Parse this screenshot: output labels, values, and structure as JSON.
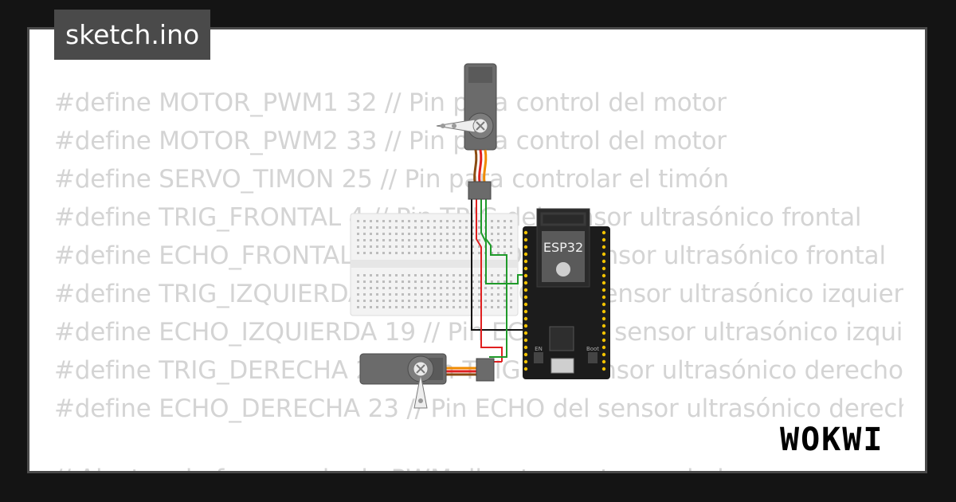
{
  "header": {
    "filename": "sketch.ino"
  },
  "code": {
    "lines": [
      "#define MOTOR_PWM1 32     // Pin para control del motor",
      "#define MOTOR_PWM2 33     // Pin para control del motor",
      "#define SERVO_TIMON 25   // Pin para controlar el timón",
      "#define TRIG_FRONTAL 4   // Pin TRIG del sensor ultrasónico frontal",
      "#define ECHO_FRONTAL 5   // Pin ECHO del sensor ultrasónico frontal",
      "#define TRIG_IZQUIERDA 18 // Pin TRIG del sensor ultrasónico izquierdo",
      "#define ECHO_IZQUIERDA 19 // Pin ECHO del sensor ultrasónico izquierdo",
      "#define TRIG_DERECHA 21   // Pin TRIG del sensor ultrasónico derecho",
      "#define ECHO_DERECHA 23  // Pin ECHO del sensor ultrasónico derecho"
    ],
    "partial_line": "// Ajustes de frecuencia de PWM directamente en el pin"
  },
  "board": {
    "label": "ESP32",
    "boot_label": "Boot",
    "en_label": "EN"
  },
  "brand": {
    "logo_text": "WOKWI"
  },
  "colors": {
    "background": "#141414",
    "card": "#ffffff",
    "card_border": "#4a4a4a",
    "code_text": "#d4d4d4",
    "badge": "#4a4a4a",
    "servo_body": "#6b6b6b",
    "board": "#1c1c1c",
    "wire_red": "#e02020",
    "wire_green": "#1f9a2a",
    "wire_orange": "#f08a00"
  },
  "icons": [
    "wokwi-logo",
    "servo-icon",
    "esp32-board-icon",
    "breadboard-icon"
  ]
}
